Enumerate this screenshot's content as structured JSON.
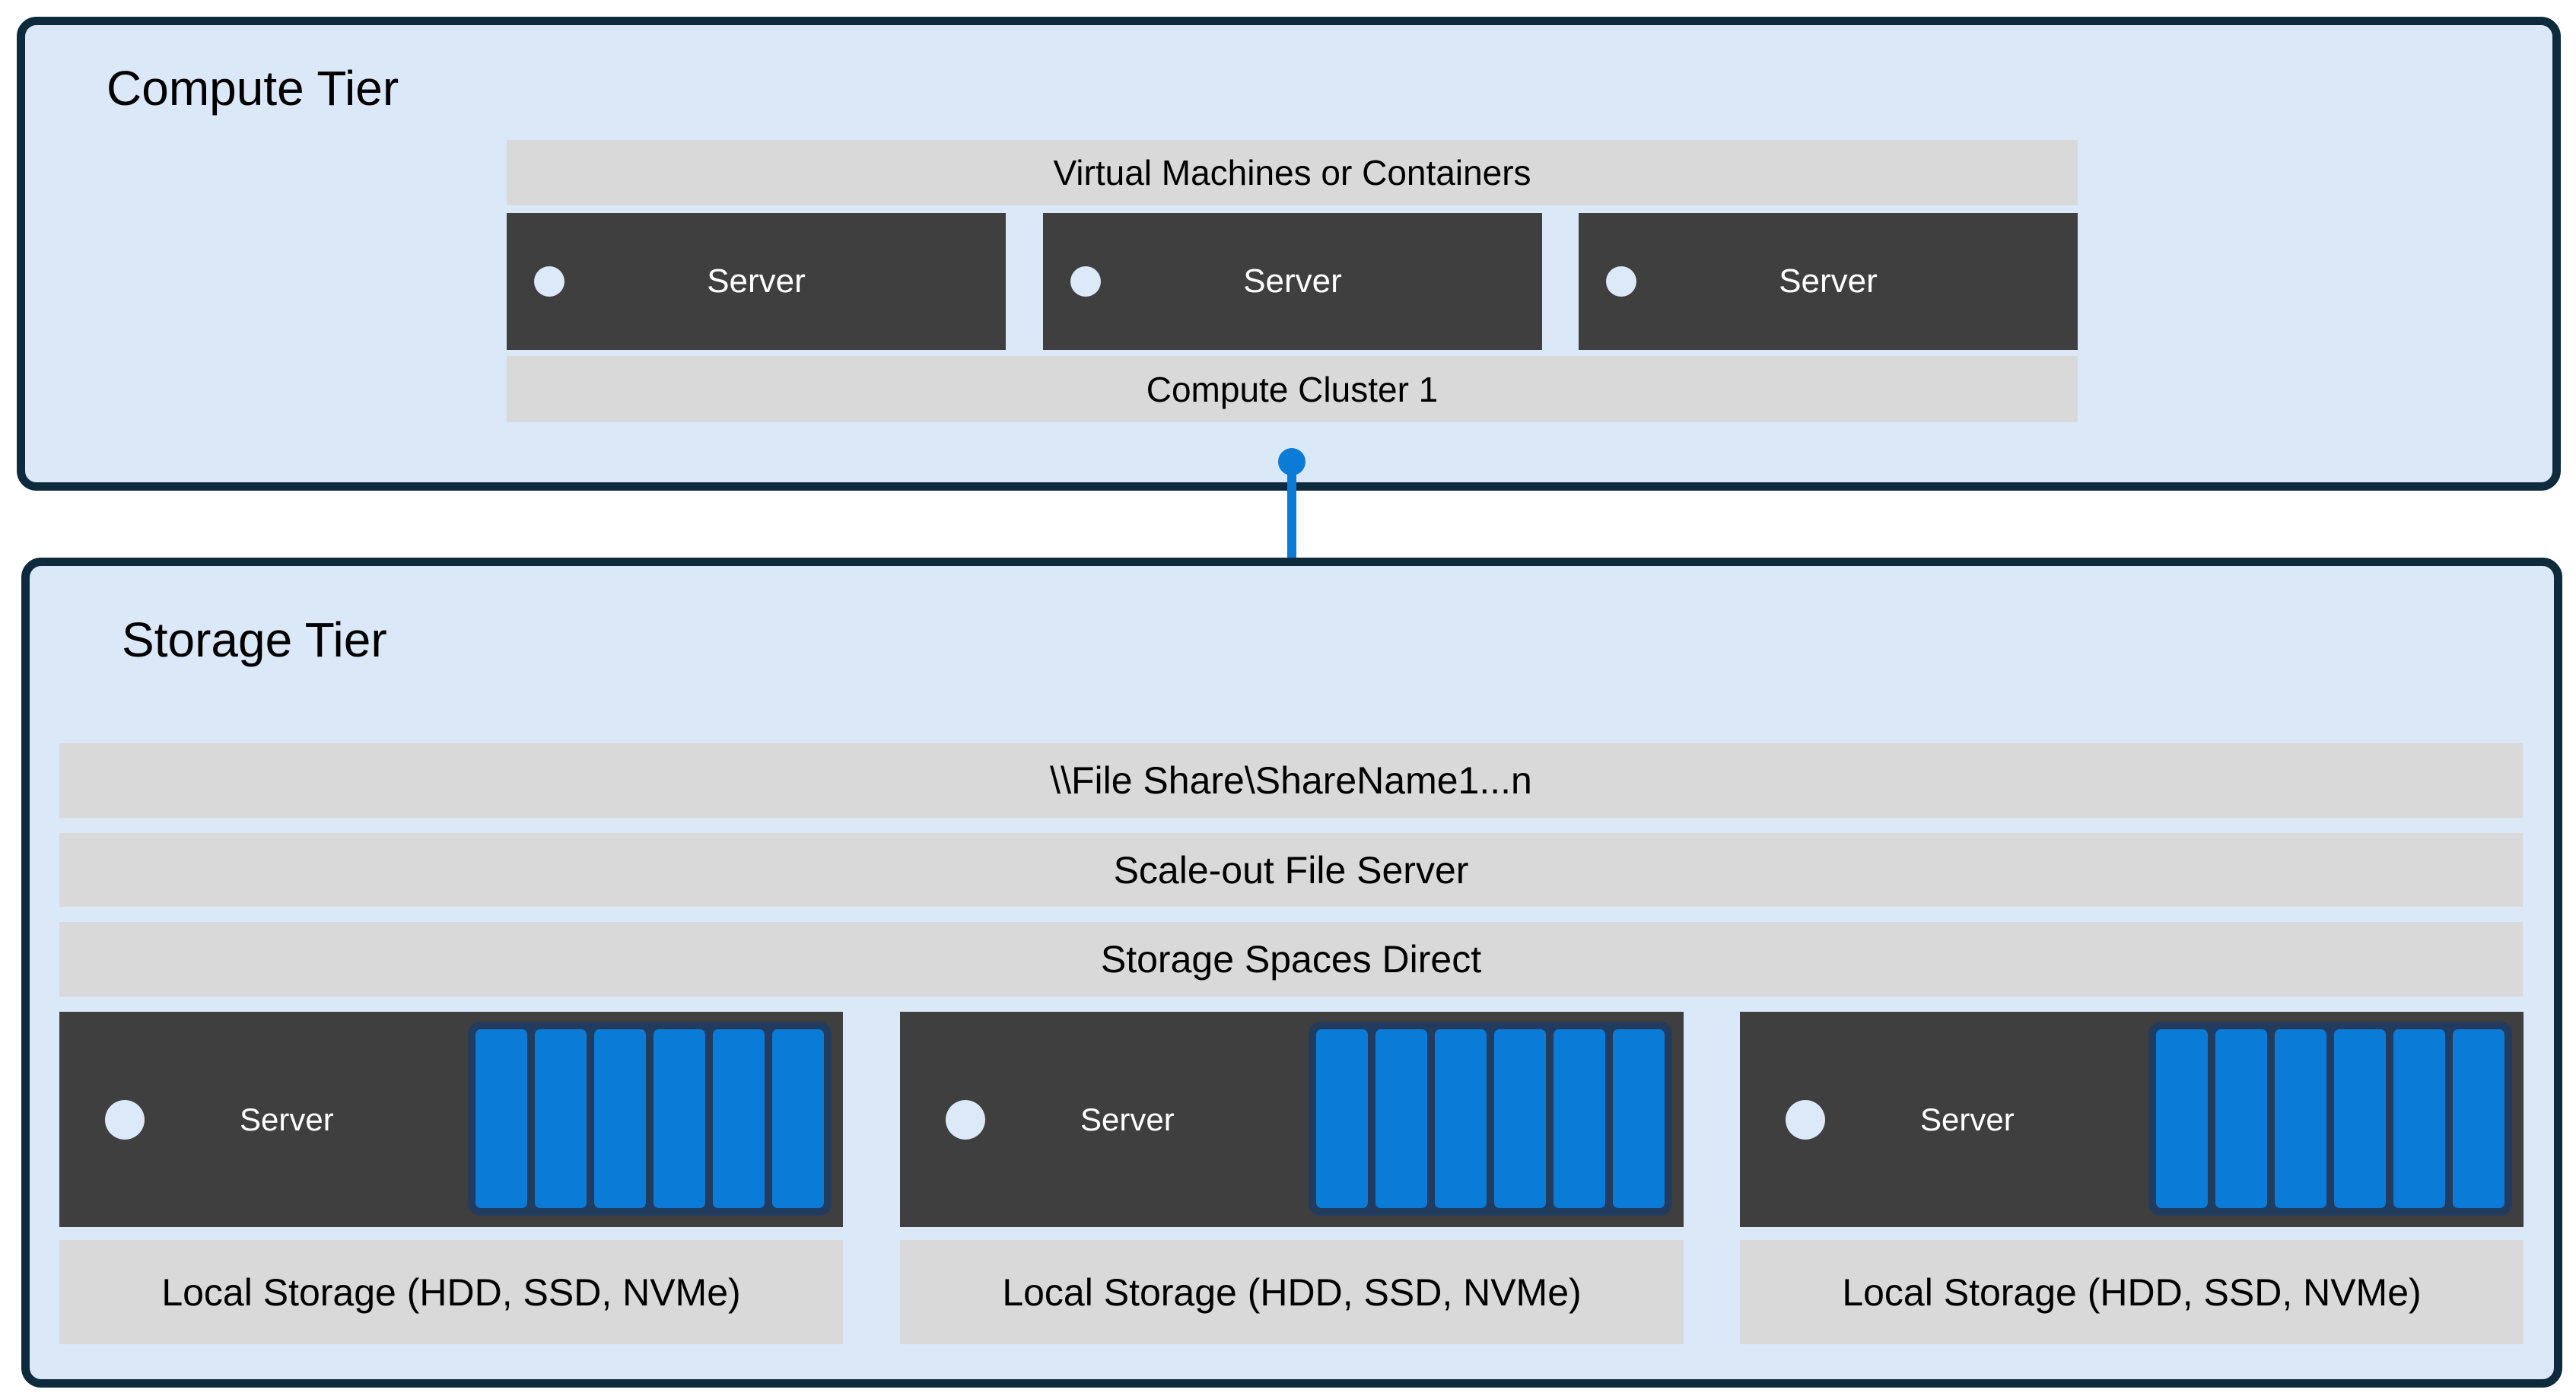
{
  "colors": {
    "tier_fill": "#dbe8f7",
    "tier_border": "#0e2a3d",
    "bar_fill": "#d9d9d9",
    "server_fill": "#3f3f3f",
    "accent_blue": "#0b7bd8",
    "disk_navy": "#223c5f",
    "indicator_dot": "#dce9f8"
  },
  "compute_tier": {
    "title": "Compute Tier",
    "vm_bar_label": "Virtual Machines or Containers",
    "servers": [
      {
        "label": "Server"
      },
      {
        "label": "Server"
      },
      {
        "label": "Server"
      }
    ],
    "cluster_bar_label": "Compute Cluster 1"
  },
  "connector": {
    "icon": "folder-icon"
  },
  "storage_tier": {
    "title": "Storage Tier",
    "file_share_label": "\\\\File Share\\ShareName1...n",
    "sofs_label": "Scale-out File Server",
    "s2d_label": "Storage Spaces Direct",
    "servers": [
      {
        "label": "Server",
        "disk_count": 6
      },
      {
        "label": "Server",
        "disk_count": 6
      },
      {
        "label": "Server",
        "disk_count": 6
      }
    ],
    "local_storage_labels": [
      "Local Storage (HDD, SSD, NVMe)",
      "Local Storage (HDD, SSD, NVMe)",
      "Local Storage (HDD, SSD, NVMe)"
    ]
  }
}
